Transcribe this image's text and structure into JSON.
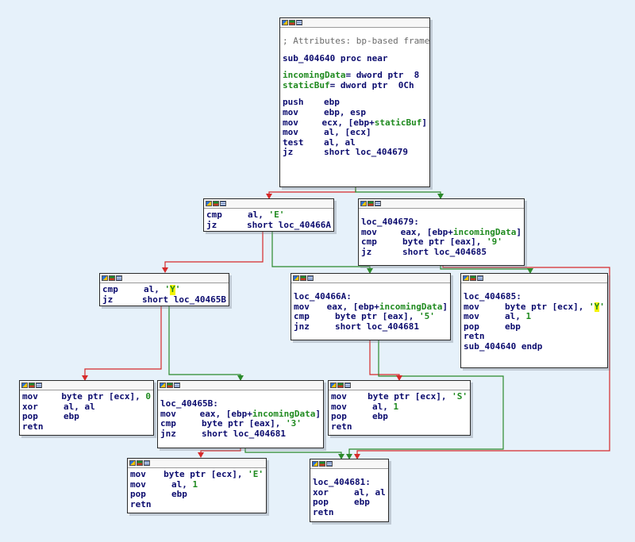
{
  "colors": {
    "true_edge": "#2b8a2b",
    "false_edge": "#d62a2a",
    "var": "#1f8a1f",
    "code": "#0b0b6e",
    "background": "#e6f1fa"
  },
  "nodes": [
    {
      "id": "n0",
      "lines": [
        {
          "t": "blank"
        },
        {
          "t": "cm",
          "text": "; Attributes: bp-based frame"
        },
        {
          "t": "blank"
        },
        {
          "t": "raw",
          "text": "sub_404640 proc near"
        },
        {
          "t": "blank"
        },
        {
          "t": "decl",
          "name": "incomingData",
          "rest": "= dword ptr  8"
        },
        {
          "t": "decl",
          "name": "staticBuf",
          "rest": "= dword ptr  0Ch"
        },
        {
          "t": "blank"
        },
        {
          "t": "op",
          "m": "push",
          "a": [
            {
              "s": "ebp"
            }
          ]
        },
        {
          "t": "op",
          "m": "mov",
          "a": [
            {
              "s": "ebp, esp"
            }
          ]
        },
        {
          "t": "op",
          "m": "mov",
          "a": [
            {
              "s": "ecx, [ebp+"
            },
            {
              "s": "staticBuf",
              "c": "v"
            },
            {
              "s": "]"
            }
          ]
        },
        {
          "t": "op",
          "m": "mov",
          "a": [
            {
              "s": "al, [ecx]"
            }
          ]
        },
        {
          "t": "op",
          "m": "test",
          "a": [
            {
              "s": "al, al"
            }
          ]
        },
        {
          "t": "op",
          "m": "jz",
          "a": [
            {
              "s": "short loc_404679"
            }
          ]
        }
      ]
    },
    {
      "id": "n1",
      "lines": [
        {
          "t": "op",
          "m": "cmp",
          "a": [
            {
              "s": "al, "
            },
            {
              "s": "'E'",
              "c": "v"
            }
          ]
        },
        {
          "t": "op",
          "m": "jz",
          "a": [
            {
              "s": "short loc_40466A"
            }
          ]
        }
      ]
    },
    {
      "id": "n2",
      "lines": [
        {
          "t": "blank"
        },
        {
          "t": "raw",
          "text": "loc_404679:"
        },
        {
          "t": "op",
          "m": "mov",
          "a": [
            {
              "s": "eax, [ebp+"
            },
            {
              "s": "incomingData",
              "c": "v"
            },
            {
              "s": "]"
            }
          ]
        },
        {
          "t": "op",
          "m": "cmp",
          "a": [
            {
              "s": "byte ptr [eax], "
            },
            {
              "s": "'9'",
              "c": "v"
            }
          ]
        },
        {
          "t": "op",
          "m": "jz",
          "a": [
            {
              "s": "short loc_404685"
            }
          ]
        }
      ]
    },
    {
      "id": "n3",
      "lines": [
        {
          "t": "op",
          "m": "cmp",
          "a": [
            {
              "s": "al, "
            },
            {
              "s": "'",
              "c": "v"
            },
            {
              "s": "Y",
              "c": "hl"
            },
            {
              "s": "'",
              "c": "v"
            }
          ]
        },
        {
          "t": "op",
          "m": "jz",
          "a": [
            {
              "s": "short loc_40465B"
            }
          ]
        }
      ]
    },
    {
      "id": "n4",
      "lines": [
        {
          "t": "blank"
        },
        {
          "t": "raw",
          "text": "loc_40466A:"
        },
        {
          "t": "op",
          "m": "mov",
          "a": [
            {
              "s": "eax, [ebp+"
            },
            {
              "s": "incomingData",
              "c": "v"
            },
            {
              "s": "]"
            }
          ]
        },
        {
          "t": "op",
          "m": "cmp",
          "a": [
            {
              "s": "byte ptr [eax], "
            },
            {
              "s": "'5'",
              "c": "v"
            }
          ]
        },
        {
          "t": "op",
          "m": "jnz",
          "a": [
            {
              "s": "short loc_404681"
            }
          ]
        }
      ]
    },
    {
      "id": "n5",
      "lines": [
        {
          "t": "blank"
        },
        {
          "t": "raw",
          "text": "loc_404685:"
        },
        {
          "t": "op",
          "m": "mov",
          "a": [
            {
              "s": "byte ptr [ecx], "
            },
            {
              "s": "'",
              "c": "v"
            },
            {
              "s": "Y",
              "c": "hl"
            },
            {
              "s": "'",
              "c": "v"
            }
          ]
        },
        {
          "t": "op",
          "m": "mov",
          "a": [
            {
              "s": "al, "
            },
            {
              "s": "1",
              "c": "v"
            }
          ]
        },
        {
          "t": "op",
          "m": "pop",
          "a": [
            {
              "s": "ebp"
            }
          ]
        },
        {
          "t": "op",
          "m": "retn",
          "a": []
        },
        {
          "t": "raw",
          "text": "sub_404640 endp"
        }
      ]
    },
    {
      "id": "n6",
      "lines": [
        {
          "t": "op",
          "m": "mov",
          "a": [
            {
              "s": "byte ptr [ecx], "
            },
            {
              "s": "0",
              "c": "v"
            }
          ]
        },
        {
          "t": "op",
          "m": "xor",
          "a": [
            {
              "s": "al, al"
            }
          ]
        },
        {
          "t": "op",
          "m": "pop",
          "a": [
            {
              "s": "ebp"
            }
          ]
        },
        {
          "t": "op",
          "m": "retn",
          "a": []
        }
      ]
    },
    {
      "id": "n7",
      "lines": [
        {
          "t": "blank"
        },
        {
          "t": "raw",
          "text": "loc_40465B:"
        },
        {
          "t": "op",
          "m": "mov",
          "a": [
            {
              "s": "eax, [ebp+"
            },
            {
              "s": "incomingData",
              "c": "v"
            },
            {
              "s": "]"
            }
          ]
        },
        {
          "t": "op",
          "m": "cmp",
          "a": [
            {
              "s": "byte ptr [eax], "
            },
            {
              "s": "'3'",
              "c": "v"
            }
          ]
        },
        {
          "t": "op",
          "m": "jnz",
          "a": [
            {
              "s": "short loc_404681"
            }
          ]
        }
      ]
    },
    {
      "id": "n8",
      "lines": [
        {
          "t": "op",
          "m": "mov",
          "a": [
            {
              "s": "byte ptr [ecx], "
            },
            {
              "s": "'S'",
              "c": "v"
            }
          ]
        },
        {
          "t": "op",
          "m": "mov",
          "a": [
            {
              "s": "al, "
            },
            {
              "s": "1",
              "c": "v"
            }
          ]
        },
        {
          "t": "op",
          "m": "pop",
          "a": [
            {
              "s": "ebp"
            }
          ]
        },
        {
          "t": "op",
          "m": "retn",
          "a": []
        }
      ]
    },
    {
      "id": "n9",
      "lines": [
        {
          "t": "op",
          "m": "mov",
          "a": [
            {
              "s": "byte ptr [ecx], "
            },
            {
              "s": "'E'",
              "c": "v"
            }
          ]
        },
        {
          "t": "op",
          "m": "mov",
          "a": [
            {
              "s": "al, "
            },
            {
              "s": "1",
              "c": "v"
            }
          ]
        },
        {
          "t": "op",
          "m": "pop",
          "a": [
            {
              "s": "ebp"
            }
          ]
        },
        {
          "t": "op",
          "m": "retn",
          "a": []
        }
      ]
    },
    {
      "id": "n10",
      "lines": [
        {
          "t": "blank"
        },
        {
          "t": "raw",
          "text": "loc_404681:"
        },
        {
          "t": "op",
          "m": "xor",
          "a": [
            {
              "s": "al, al"
            }
          ]
        },
        {
          "t": "op",
          "m": "pop",
          "a": [
            {
              "s": "ebp"
            }
          ]
        },
        {
          "t": "op",
          "m": "retn",
          "a": []
        }
      ]
    }
  ]
}
